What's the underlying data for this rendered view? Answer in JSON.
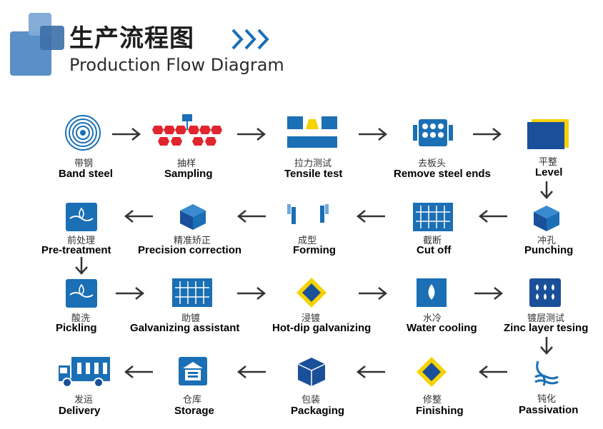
{
  "header": {
    "title_cn": "生产流程图",
    "title_en": "Production Flow Diagram",
    "accent_color": "#1a6fb5"
  },
  "steps": [
    {
      "cn": "带钢",
      "en": "Band steel",
      "icon": "concentric-circles-icon"
    },
    {
      "cn": "抽样",
      "en": "Sampling",
      "icon": "sampling-icon"
    },
    {
      "cn": "拉力测试",
      "en": "Tensile test",
      "icon": "tensile-test-icon"
    },
    {
      "cn": "去板头",
      "en": "Remove steel ends",
      "icon": "remove-ends-icon"
    },
    {
      "cn": "平整",
      "en": "Level",
      "icon": "level-icon"
    },
    {
      "cn": "冲孔",
      "en": "Punching",
      "icon": "cube-icon"
    },
    {
      "cn": "截断",
      "en": "Cut off",
      "icon": "grid-icon"
    },
    {
      "cn": "成型",
      "en": "Forming",
      "icon": "forming-icon"
    },
    {
      "cn": "精准矫正",
      "en": "Precision correction",
      "icon": "cube-icon"
    },
    {
      "cn": "前处理",
      "en": "Pre-treatment",
      "icon": "liquid-icon"
    },
    {
      "cn": "酸洗",
      "en": "Pickling",
      "icon": "liquid-icon"
    },
    {
      "cn": "助镀",
      "en": "Galvanizing assistant",
      "icon": "grid-icon"
    },
    {
      "cn": "浸镀",
      "en": "Hot-dip galvanizing",
      "icon": "diamond-icon"
    },
    {
      "cn": "水冷",
      "en": "Water cooling",
      "icon": "water-drop-icon"
    },
    {
      "cn": "镀层测试",
      "en": "Zinc layer tesing",
      "icon": "drops-icon"
    },
    {
      "cn": "钝化",
      "en": "Passivation",
      "icon": "waves-icon"
    },
    {
      "cn": "修整",
      "en": "Finishing",
      "icon": "diamond-icon"
    },
    {
      "cn": "包装",
      "en": "Packaging",
      "icon": "package-icon"
    },
    {
      "cn": "仓库",
      "en": "Storage",
      "icon": "warehouse-icon"
    },
    {
      "cn": "发运",
      "en": "Delivery",
      "icon": "truck-icon"
    }
  ]
}
